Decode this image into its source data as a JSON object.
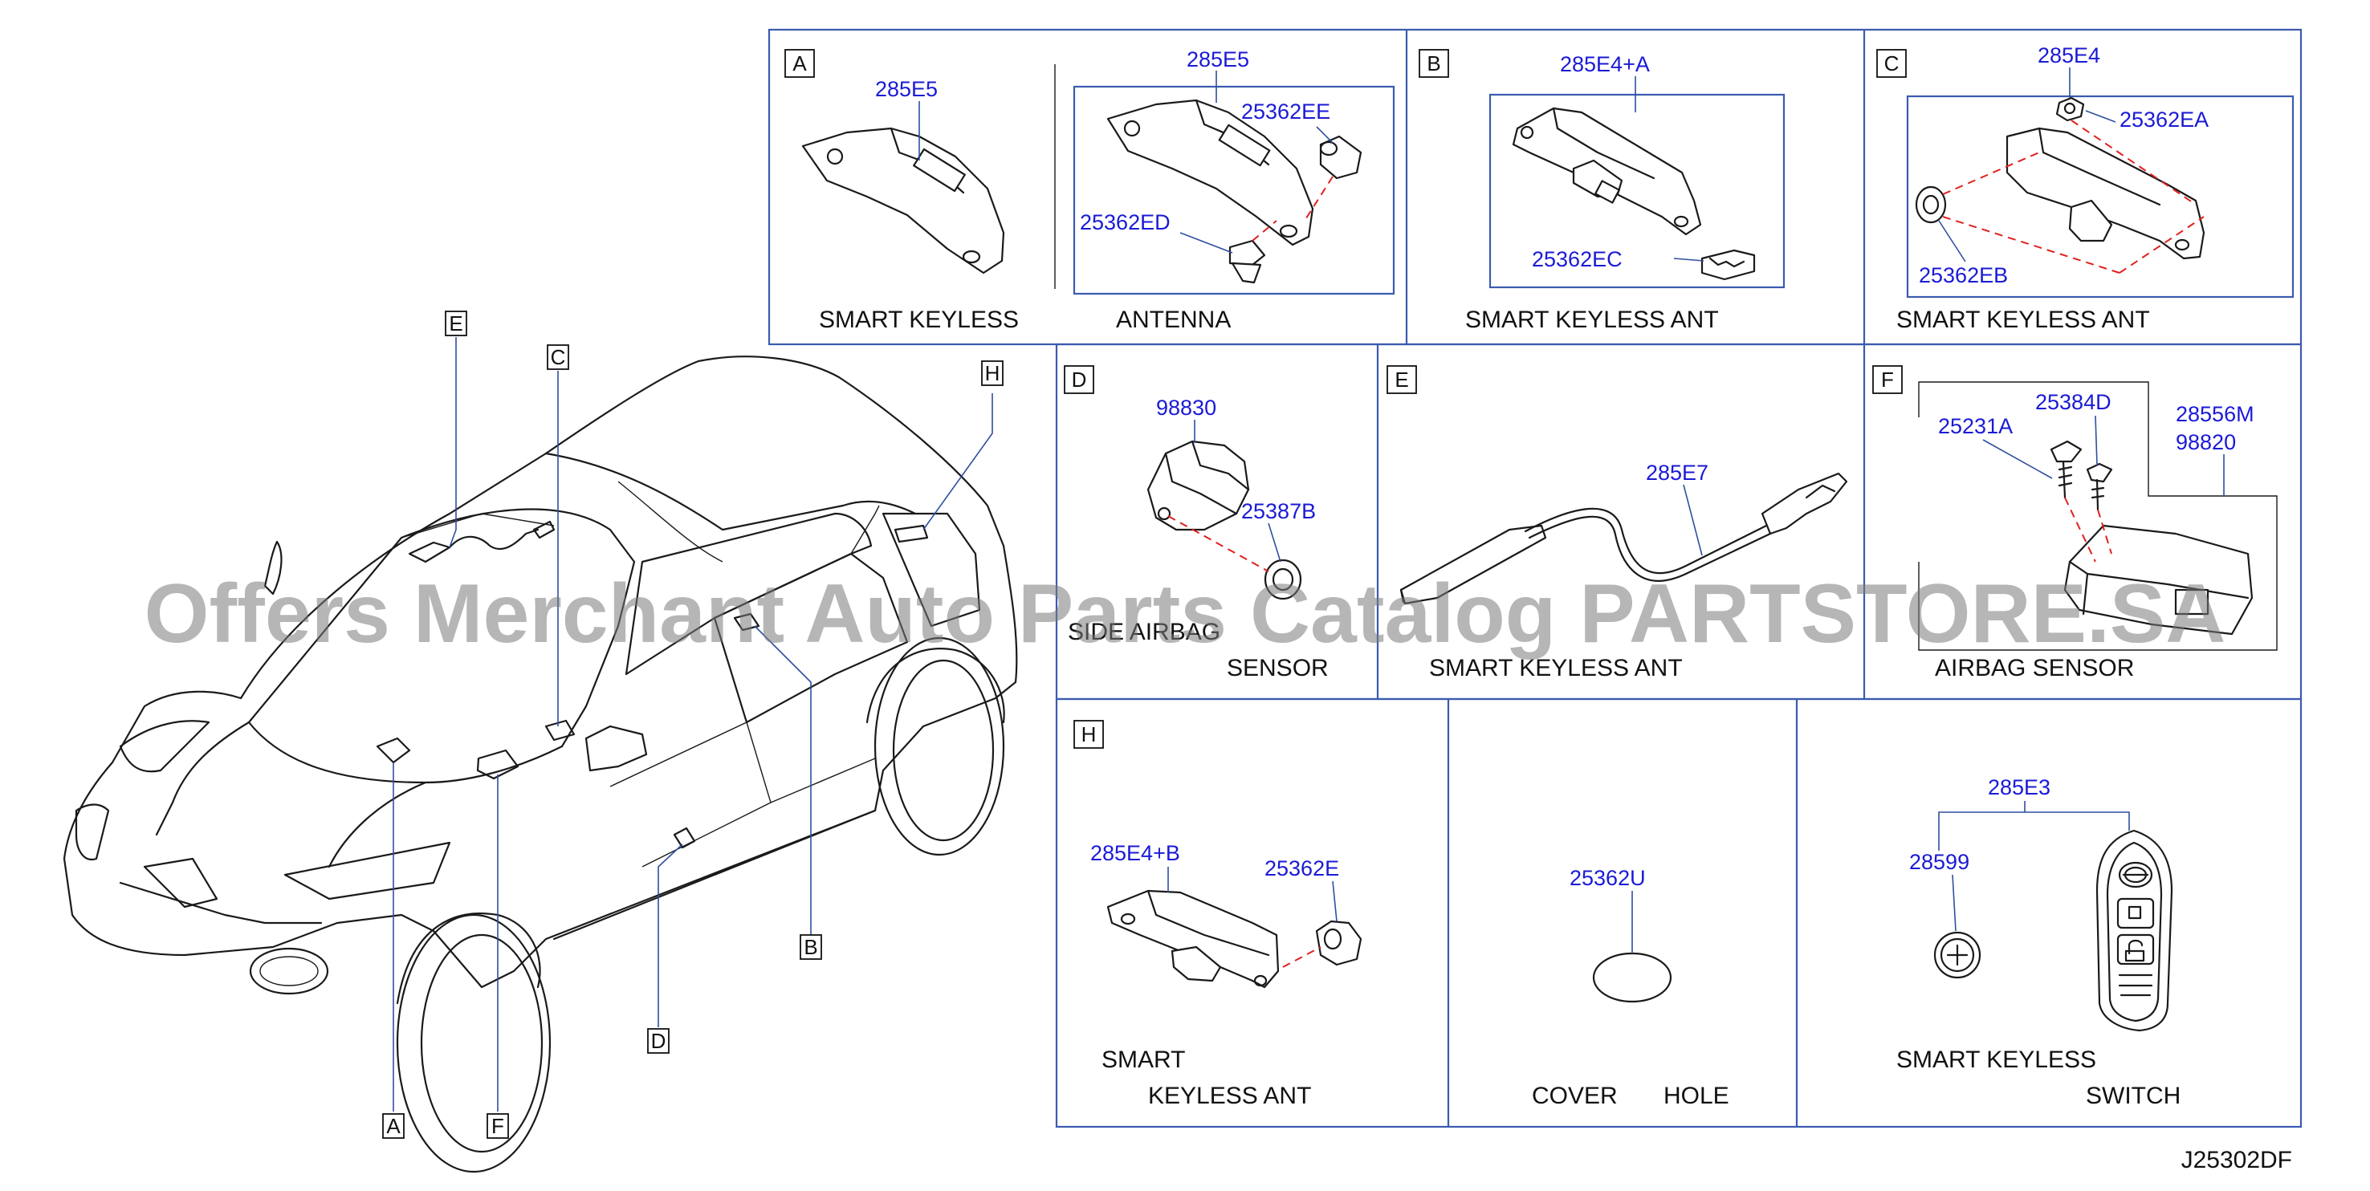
{
  "tags": {
    "a": "A",
    "b": "B",
    "c": "C",
    "d": "D",
    "e": "E",
    "f": "F",
    "h": "H"
  },
  "panel_a": {
    "pn_left": "285E5",
    "pn_top": "285E5",
    "pn_ee": "25362EE",
    "pn_ed": "25362ED",
    "cap_left": "SMART   KEYLESS",
    "cap_right": "ANTENNA"
  },
  "panel_b": {
    "pn_main": "285E4+A",
    "pn_ec": "25362EC",
    "cap": "SMART   KEYLESS   ANT"
  },
  "panel_c": {
    "pn_main": "285E4",
    "pn_ea": "25362EA",
    "pn_eb": "25362EB",
    "cap": "SMART   KEYLESS   ANT"
  },
  "panel_d": {
    "pn_main": "98830",
    "pn_b": "25387B",
    "cap1": "SIDE   AIRBAG",
    "cap2": "SENSOR"
  },
  "panel_e": {
    "pn_main": "285E7",
    "cap": "SMART   KEYLESS   ANT"
  },
  "panel_f": {
    "pn_a": "25231A",
    "pn_d": "25384D",
    "pn_m": "28556M",
    "pn_n": "98820",
    "cap": "AIRBAG   SENSOR"
  },
  "panel_h": {
    "pn_main": "285E4+B",
    "pn_e": "25362E",
    "cap1": "SMART",
    "cap2": "KEYLESS   ANT"
  },
  "panel_cover": {
    "pn": "25362U",
    "cap1": "COVER",
    "cap2": "HOLE"
  },
  "panel_switch": {
    "pn_main": "285E3",
    "pn_b": "28599",
    "cap1": "SMART   KEYLESS",
    "cap2": "SWITCH"
  },
  "diagram_code": "J25302DF",
  "watermark": "Offers Merchant Auto Parts Catalog PARTSTORE.SA",
  "colors": {
    "part_number": "#1a1ad6",
    "frame": "#3b5bb0",
    "leader": "#2f4f9f",
    "dash": "#e02020"
  }
}
